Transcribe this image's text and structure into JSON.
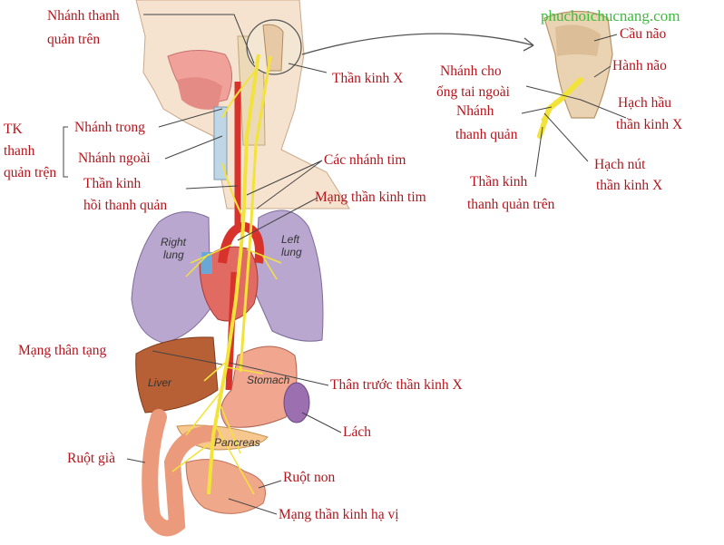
{
  "colors": {
    "label": "#b4141c",
    "watermark": "#3dbb3d",
    "nerve": "#f2e33a",
    "artery": "#d8322c",
    "lung": "#b9a7cf",
    "liver": "#b86035",
    "stomach": "#f0a68f",
    "intestine": "#ec9a7c",
    "spleen": "#9b6fb0",
    "skin": "#f6e3cf"
  },
  "watermark": "phuchoichucnang.com",
  "labels": {
    "nhanh_thanh_quan_tren_1": "Nhánh thanh",
    "nhanh_thanh_quan_tren_2": "quản trên",
    "than_kinh_x": "Thần kinh X",
    "tk_thanh_quan_tren_1": "TK",
    "tk_thanh_quan_tren_2": "thanh",
    "tk_thanh_quan_tren_3": "quản trện",
    "nhanh_trong": "Nhánh trong",
    "nhanh_ngoai": "Nhánh ngoài",
    "than_kinh_hoi_1": "Thần kinh",
    "than_kinh_hoi_2": "hồi thanh quản",
    "cac_nhanh_tim": "Các nhánh tim",
    "mang_than_kinh_tim": "Mạng thần kinh tim",
    "mang_than_tang": "Mạng thân tạng",
    "than_truoc": "Thân trước thần kinh X",
    "lach": "Lách",
    "ruot_gia": "Ruột già",
    "ruot_non": "Ruột non",
    "mang_ha_vi": "Mạng thần kinh hạ vị",
    "cau_nao": "Cầu não",
    "hanh_nao": "Hành não",
    "nhanh_tai_1": "Nhánh cho",
    "nhanh_tai_2": "ống tai ngoài",
    "nhanh_tq_1": "Nhánh",
    "nhanh_tq_2": "thanh quản",
    "hach_hau_1": "Hạch hầu",
    "hach_hau_2": "thần kinh X",
    "tk_tq_tren_1": "Thần kinh",
    "tk_tq_tren_2": "thanh quản trên",
    "hach_nut_1": "Hạch nút",
    "hach_nut_2": "thần kinh X"
  },
  "organ_labels": {
    "right_lung_1": "Right",
    "right_lung_2": "lung",
    "left_lung_1": "Left",
    "left_lung_2": "lung",
    "liver": "Liver",
    "stomach": "Stomach",
    "pancreas": "Pancreas"
  }
}
